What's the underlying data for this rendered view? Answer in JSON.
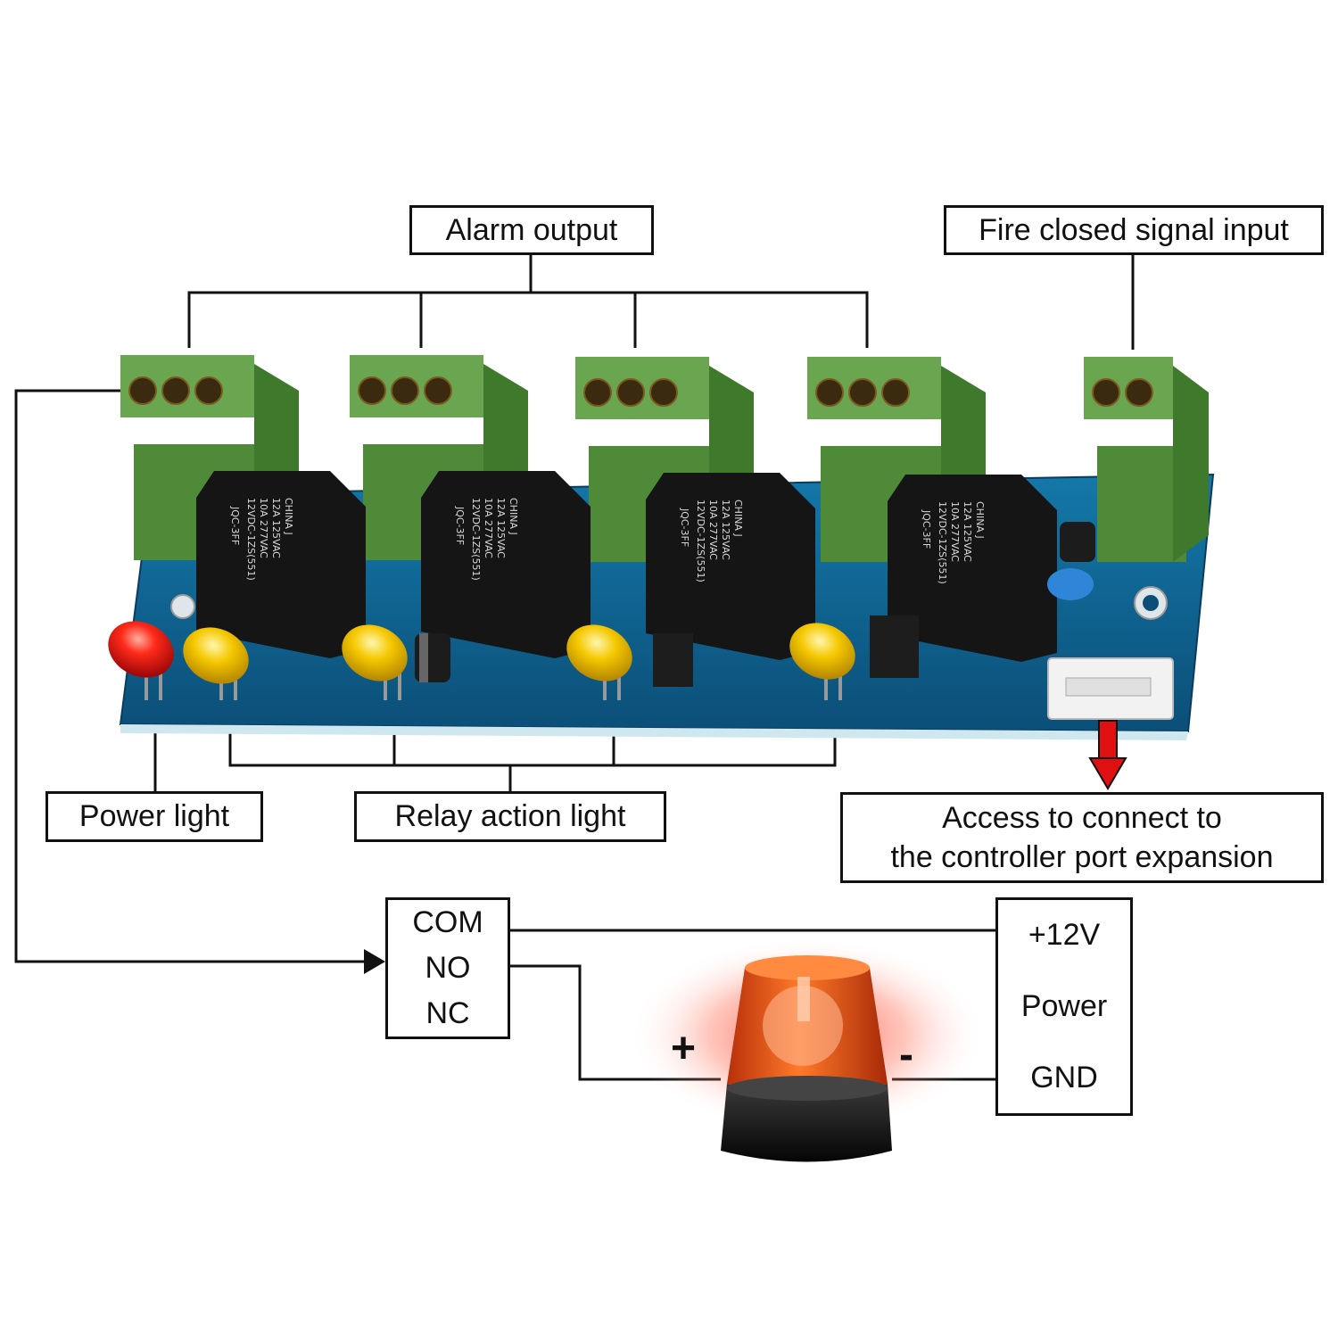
{
  "labels": {
    "alarm_output": "Alarm output",
    "fire_input": "Fire closed signal input",
    "power_light": "Power light",
    "relay_light": "Relay action light",
    "access_line1": "Access to connect to",
    "access_line2": "the controller port expansion"
  },
  "relay_terminal": {
    "com": "COM",
    "no": "NO",
    "nc": "NC"
  },
  "power_block": {
    "v12": "+12V",
    "power": "Power",
    "gnd": "GND"
  },
  "beacon": {
    "plus": "+",
    "minus": "-"
  },
  "relay_marking": {
    "model": "JQC-3FF",
    "coil": "12VDC-1ZS(551)",
    "rating1": "10A 277VAC",
    "rating2": "12A 125VAC",
    "origin": "CHINA J"
  },
  "colors": {
    "pcb": "#0f5e8a",
    "terminal": "#5e9a45",
    "relay": "#1a1a1a",
    "led_power": "#e02020",
    "led_relay": "#f0c000",
    "arrow": "#e01010",
    "beacon_dome": "#e8520f"
  }
}
